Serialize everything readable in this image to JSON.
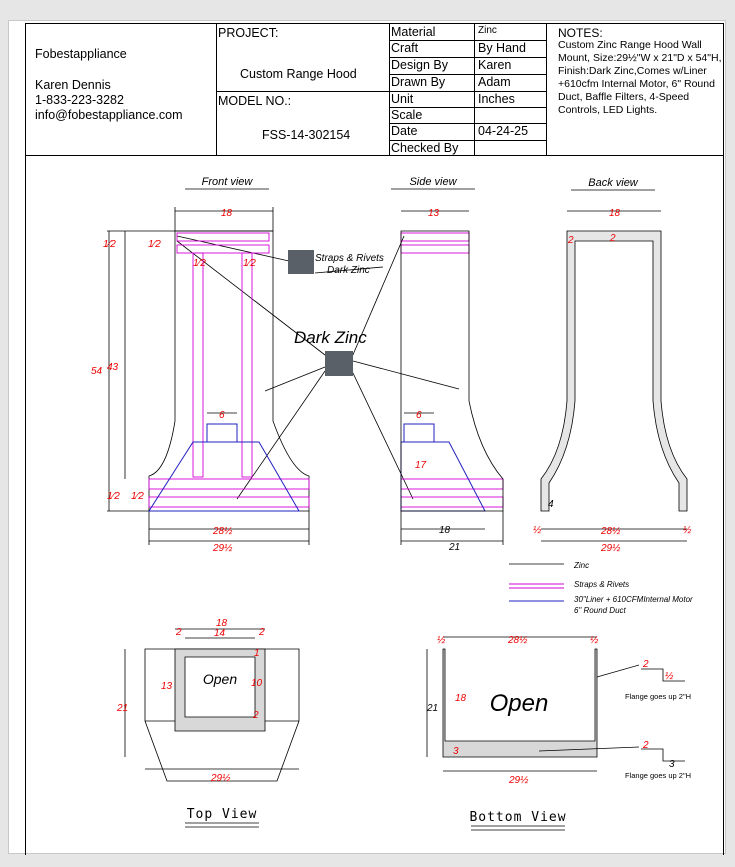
{
  "company": {
    "name": "Fobestappliance",
    "contact": "Karen Dennis",
    "phone": "1-833-223-3282",
    "email": "info@fobestappliance.com"
  },
  "project": {
    "label": "PROJECT:",
    "value": "Custom Range Hood",
    "model_label": "MODEL NO.:",
    "model_value": "FSS-14-302154"
  },
  "spec": [
    {
      "key": "Material",
      "value": "Zinc"
    },
    {
      "key": "Craft",
      "value": "By Hand"
    },
    {
      "key": "Design By",
      "value": "Karen"
    },
    {
      "key": "Drawn By",
      "value": "Adam"
    },
    {
      "key": "Unit",
      "value": "Inches"
    },
    {
      "key": "Scale",
      "value": ""
    },
    {
      "key": "Date",
      "value": "04-24-25"
    },
    {
      "key": "Checked By",
      "value": ""
    }
  ],
  "notes": {
    "heading": "NOTES:",
    "text": "Custom Zinc Range Hood Wall Mount, Size:29½\"W x 21\"D x 54\"H, Finish:Dark Zinc,Comes w/Liner +610cfm Internal Motor, 6\" Round Duct, Baffle Filters, 4-Speed Controls, LED Lights."
  },
  "views": {
    "front": "Front view",
    "side": "Side view",
    "back": "Back view",
    "top": "Top View",
    "bottom": "Bottom View"
  },
  "callouts": {
    "straps": "Straps & Rivets",
    "straps_finish": "Dark Zinc",
    "finish": "Dark Zinc",
    "open": "Open",
    "flange1": "Flange goes up 2\"H",
    "flange2": "Flange goes up 2\"H"
  },
  "legend": [
    {
      "label": "Zinc",
      "color": "#000000"
    },
    {
      "label": "Straps & Rivets",
      "color": "#d400d4"
    },
    {
      "label": "30\"Liner + 610CFMInternal Motor",
      "color": "#2020c0"
    },
    {
      "label": "6\" Round Duct",
      "color": "#2020c0"
    }
  ],
  "dims": {
    "front": {
      "top_w": "18",
      "left_a": "1⁄2",
      "left_b": "1⁄2",
      "strap_a": "1⁄2",
      "strap_b": "1⁄2",
      "total_h": "54",
      "body_h": "43",
      "duct_w": "6",
      "bot_a": "1⁄2",
      "bot_b": "1⁄2",
      "base_w1": "28½",
      "base_w2": "29½"
    },
    "side": {
      "top_w": "13",
      "duct_w": "6",
      "liner_h": "17",
      "base_w1": "18",
      "base_w2": "21"
    },
    "back": {
      "top_w": "18",
      "left": "2",
      "right": "2",
      "bottom_h": "4",
      "bl": "½",
      "br": "½",
      "base_w1": "28½",
      "base_w2": "29½"
    },
    "top": {
      "top_w": "18",
      "inner_w": "14",
      "left": "2",
      "right": "2",
      "depth": "21",
      "inner_h": "13",
      "open_h": "10",
      "rear": "1",
      "front": "2",
      "base_w": "29½"
    },
    "bottom": {
      "left": "½",
      "mid": "28½",
      "right": "½",
      "depth": "21",
      "inner": "18",
      "corner": "3",
      "base_w": "29½",
      "flange_a": "2",
      "flange_b": "½",
      "flange_c": "2",
      "flange_d": "3"
    }
  }
}
